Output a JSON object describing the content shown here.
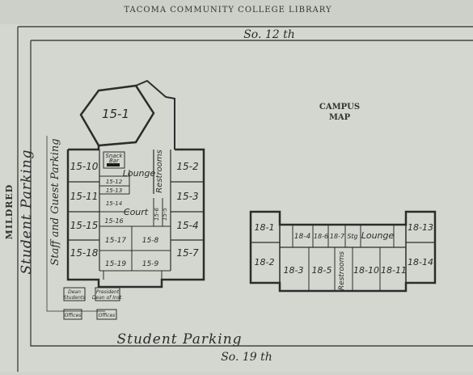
{
  "header": {
    "library_stamp": "TACOMA COMMUNITY COLLEGE LIBRARY"
  },
  "map": {
    "title_line1": "CAMPUS",
    "title_line2": "MAP",
    "streets": {
      "north": "So. 12 th",
      "south": "So. 19 th",
      "west": "MILDRED"
    },
    "parking": {
      "west": "Student Parking",
      "south": "Student Parking",
      "staff": "Staff and Guest Parking"
    },
    "building15": {
      "top_hex": "15-1",
      "rooms_left": [
        "15-10",
        "15-11",
        "15-15",
        "15-18"
      ],
      "rooms_right": [
        "15-2",
        "15-3",
        "15-4",
        "15-7"
      ],
      "snack_bar": [
        "Snack",
        "Bar"
      ],
      "lounge": "Lounge",
      "restrooms": "Restrooms",
      "court": "Court",
      "small_rooms": [
        "15-12",
        "15-13",
        "15-14",
        "15-16",
        "15-17",
        "15-19",
        "15-8",
        "15-9",
        "15-6",
        "15-5"
      ]
    },
    "building18": {
      "rooms": [
        "18-1",
        "18-2",
        "18-3",
        "18-4",
        "18-5",
        "18-6",
        "18-7",
        "18-10",
        "18-11",
        "18-13",
        "18-14"
      ],
      "stg": "Stg",
      "lounge": "Lounge",
      "restrooms": "Restrooms"
    },
    "offices": {
      "dean_students": [
        "Dean",
        "Students"
      ],
      "president": [
        "President",
        "Dean of Inst."
      ],
      "office1": "Offices",
      "office2": "Offices"
    }
  }
}
